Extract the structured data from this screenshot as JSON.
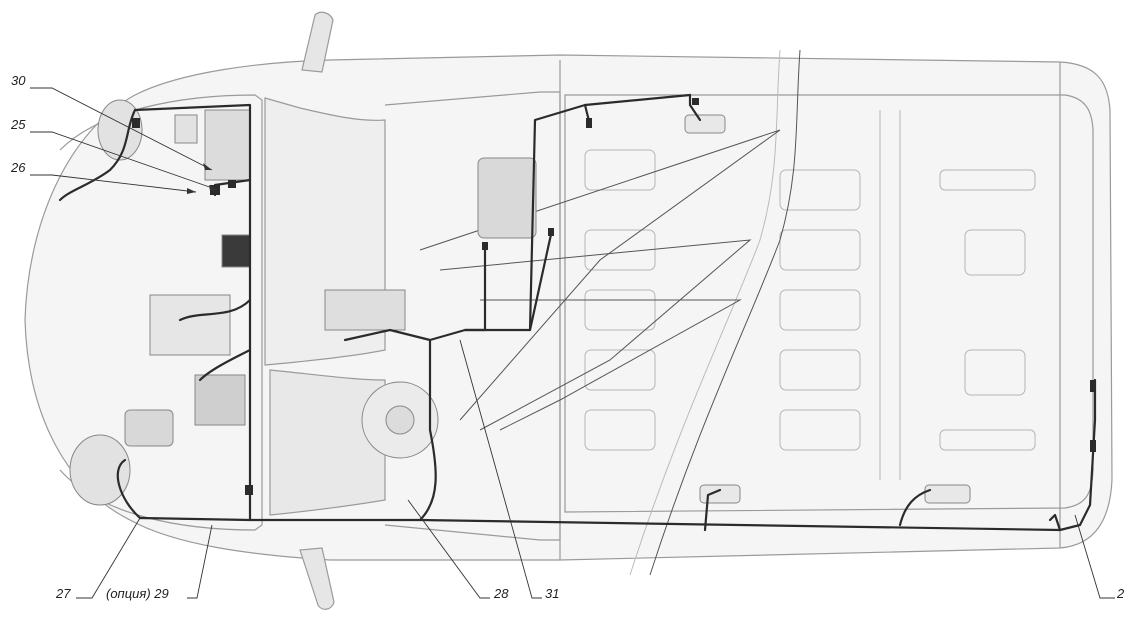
{
  "diagram": {
    "callouts": [
      {
        "id": "c30",
        "label": "30"
      },
      {
        "id": "c25",
        "label": "25"
      },
      {
        "id": "c26",
        "label": "26"
      },
      {
        "id": "c27",
        "label": "27"
      },
      {
        "id": "c29_opt",
        "label": "(опция) 29"
      },
      {
        "id": "c28",
        "label": "28"
      },
      {
        "id": "c31",
        "label": "31"
      },
      {
        "id": "c2",
        "label": "2"
      }
    ],
    "colors": {
      "body_outline": "#9a9a9a",
      "body_fill": "#f4f4f4",
      "shadow": "#d6d6d6",
      "harness": "#2b2b2b",
      "leader": "#333333",
      "label": "#222222"
    }
  }
}
